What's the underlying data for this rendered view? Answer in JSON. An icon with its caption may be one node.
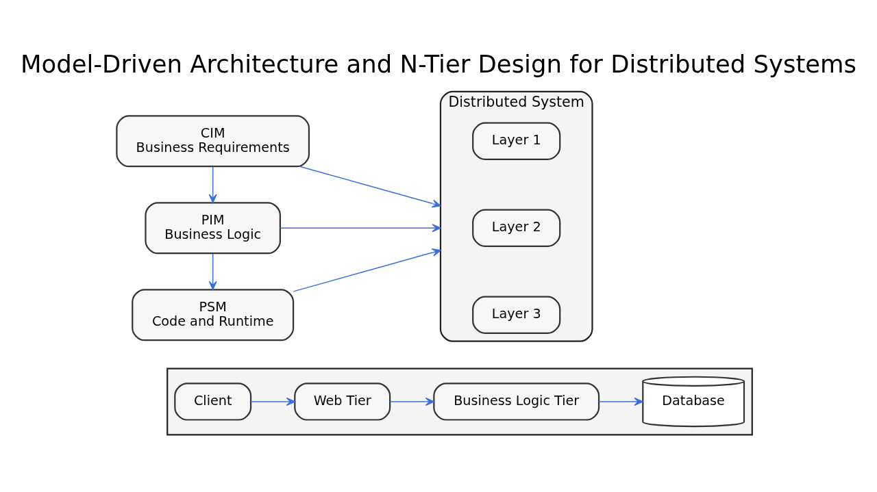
{
  "diagram": {
    "title": "Model-Driven Architecture and N-Tier Design for Distributed Systems",
    "nodes": [
      {
        "text": [
          "CIM",
          "Business Requirements"
        ]
      },
      {
        "text": [
          "PIM",
          "Business Logic"
        ]
      },
      {
        "text": [
          "PSM",
          "Code and Runtime"
        ]
      },
      {
        "text": [
          "Distributed System"
        ]
      },
      {
        "text": [
          "Layer 1"
        ],
        "in": 3
      },
      {
        "text": [
          "Layer 2"
        ],
        "in": 3
      },
      {
        "text": [
          "Layer 3"
        ],
        "in": 3
      },
      {
        "text": [],
        "shape": "box"
      },
      {
        "text": [
          "Client"
        ],
        "in": 7
      },
      {
        "text": [
          "Web Tier"
        ],
        "in": 7
      },
      {
        "text": [
          "Business Logic Tier"
        ],
        "in": 7
      },
      {
        "text": [
          "Database"
        ],
        "in": 7
      }
    ],
    "edges": [
      {
        "from": 0,
        "to": 1,
        "arrow": "to"
      },
      {
        "from": 1,
        "to": 2,
        "arrow": "to"
      },
      {
        "from": 0,
        "to": 3,
        "arrow": "to"
      },
      {
        "from": 1,
        "to": 3,
        "arrow": "to"
      },
      {
        "from": 2,
        "to": 3,
        "arrow": "to"
      },
      {
        "from": 8,
        "to": 9,
        "arrow": "to"
      },
      {
        "from": 9,
        "to": 10,
        "arrow": "to"
      },
      {
        "from": 10,
        "to": 11,
        "arrow": "to"
      }
    ]
  }
}
